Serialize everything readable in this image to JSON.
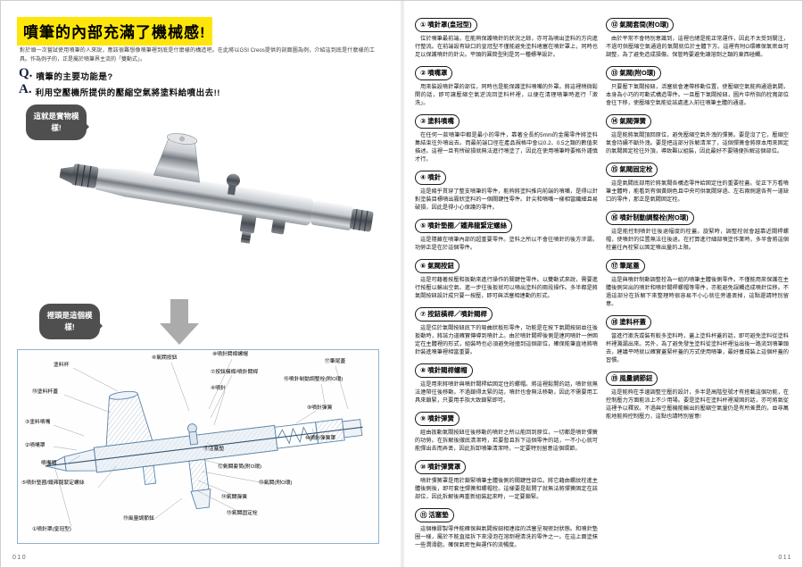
{
  "pages": {
    "left_number": "010",
    "right_number": "011"
  },
  "left": {
    "title": "噴筆的內部充滿了機械感!",
    "intro": "對於頭一次嘗試使用噴筆的人來說，應該很難想像噴筆裡到底是什麼樣的構造吧。在此將以GSI Creos提供的剖面圖為例，介紹這到底是什麼樣的工具。作為例子的，正是屬於噴筆界主流的「雙動式」。",
    "q_label": "Q.",
    "q_text": "噴筆的主要功能是?",
    "a_label": "A.",
    "a_text": "利用空壓機所提供的壓縮空氣將塗料給噴出去!!",
    "photo_bubble": "這就是實物模樣!",
    "diagram_bubble": "裡頭是這個模樣!",
    "diagram": {
      "labels": [
        "塗料杯",
        "⑱塗料杯蓋",
        "③塗料噴嘴",
        "②噴嘴罩",
        "噴嘴頭",
        "⑤噴針墊圈/鐵弗龍緊定螺絲",
        "①噴針罩(皇冠型)",
        "⑥氣閥按鈕",
        "⑧噴針閥桿螺帽",
        "⑦按鈕橫桿/噴針閥桿",
        "④噴針",
        "⑰筆尾蓋",
        "⑯噴針制動調整栓(附O環)",
        "⑨噴針彈簧",
        "⑩噴針彈簧罩",
        "⑪活塞墊",
        "⑫氣閥套筒(附O環)",
        "⑬氣閥(附O環)",
        "⑭氣閥彈簧",
        "⑮氣閥固定栓",
        "⑲風量調節鈕"
      ]
    }
  },
  "right": {
    "sections": [
      {
        "num": "①",
        "title": "噴針罩(皇冠型)",
        "body": "位於噴筆最前端，在能夠保護噴針的狀況之餘，亦可為噴出塗料的方向進行整流。在前端設有缺口的皇冠型不僅能避免塗料堵塞在噴針罩上，同時也足以保護噴針的針尖。平頭的圓筒型則是另一種標準設計。"
      },
      {
        "num": "②",
        "title": "噴嘴罩",
        "body": "用來裝設噴針罩的部位，同時也是能保護塗料噴嘴的外罩。將這裡稍微鬆開的話，即可讓壓縮空氣逆流回塗料杯裡，以便在清理噴筆時進行「漱洗」。"
      },
      {
        "num": "③",
        "title": "塗料噴嘴",
        "body": "在任何一款噴筆中都是最小的零件，靠著全長約5mm的金屬零件將塗料集結束往外噴出去。而最前端口徑在產品規格中會以0.2、0.5之類的數值來描述。這裡一旦有所破損就無法進行噴塗了，因此在使用噴筆時要格外謹慎才行。"
      },
      {
        "num": "④",
        "title": "噴針",
        "body": "這是幾乎貫穿了整支噴筆的零件，能夠將塗料推向前端的噴嘴，是得以針對塗裝目標噴出霧狀塗料的一個關鍵性零件。針尖和噴嘴一樣相當纖細且易破損，因此是得小心保護的零件。"
      },
      {
        "num": "⑤",
        "title": "噴針墊圈／鐵弗龍緊定螺絲",
        "body": "這是隱藏在噴筆內部的超重要零件。塗料之所以不會往噴針的後方滲漏，功勞正是在於這個零件。"
      },
      {
        "num": "⑥",
        "title": "氣閥按鈕",
        "body": "這是可藉著按壓和扳動來進行操作的關鍵性零件。以雙動式來說，需要進行按壓以輸出空氣、進一步往後扳就可以噴出塗料的兩段操作。多半都是將氣閥按鈕設計成只要一按壓，即可與活塞相連動的形式。"
      },
      {
        "num": "⑦",
        "title": "按鈕橫桿／噴針閥桿",
        "body": "這是位於氣閥按鈕底下的彎曲狀板形零件，功能是在按下氣閥按鈕並往後扳動時，將該力道確實傳導到噴針上。由於噴針閥桿後側是連同噴針一併固定在主體裡的形式，組裝時也必須避免碰撞到這個部位，確保能筆直地將噴針裝進噴筆裡相當重要。"
      },
      {
        "num": "⑧",
        "title": "噴針閥桿螺帽",
        "body": "這是用來將噴針與噴針閥桿給固定住的螺帽。將這裡鬆開的話，噴針就無法連帶往後移動。不過鎖得太緊的話，噴針也會無法移動，因此不需要用工具來鎖緊，只要用手指大致鎖緊即可。"
      },
      {
        "num": "⑨",
        "title": "噴針彈簧",
        "body": "經由扳動氣閥按鈕往後移動的噴針之所以能回到原位，一切都是噴針彈簧的功勞。在拆解後徹底清潔時，若要暫且拆下這個零件的話，一不小心就可能彈出去而弄丟，因此拆卸噴筆清潔時，一定要特別留意這個環節。"
      },
      {
        "num": "⑩",
        "title": "噴針彈簧罩",
        "body": "噴針彈簧罩是用於鎖緊噴筆主體後側的關鍵性部位。將它藉由螺紋栓進主體後側後，即可套住彈簧和螺帽栓。這樣要是鬆開了就無法將彈簧固定在該部位，因此拆解後再重新組裝起來時，一定要鎖緊。"
      },
      {
        "num": "⑪",
        "title": "活塞墊",
        "body": "這個橡膠製零件能確保與氣閥按鈕相連接的活塞呈現密封狀態。和噴針墊圈一樣，屬於不能直接拆下來浸泡在溶劑裡清洗的零件之一。在這上面塗抹一些潤滑脂，確保氣密性與運作的流暢度。"
      },
      {
        "num": "⑫",
        "title": "氣閥套筒(附O環)",
        "body": "由於平常不會特別意識到，這裡也總是能正常運作，因此不太受到關注，不過可供壓縮空氣通過的氣閥就位於主體下方。這裡有附O環確保氣密並可調整，為了避免造成損傷，保管時要避免讓溶劑之類的東西碰觸。"
      },
      {
        "num": "⑬",
        "title": "氣閥(附O環)",
        "body": "只要壓下氣閥按鈕，活塞就會連帶移動位置，使壓縮空氣能夠通過氣閥，本身為小巧的可動式構造零件。一旦壓下氣閥按鈕，圖片中所指的栓寬部位會往下移，使壓縮空氣能從該處進入前往噴筆主體的通道。"
      },
      {
        "num": "⑭",
        "title": "氣閥彈簧",
        "body": "這是能將氣閥頂回原位，避免壓縮空氣外洩的彈簧。要是沒了它，壓縮空氣會持續不斷外洩。要是把這部分拆解清潔了，這個彈簧會將原本用來固定的氣閥固定栓往外頂，導致難以組裝，因此最好不要隨便拆解這個部位。"
      },
      {
        "num": "⑮",
        "title": "氣閥固定栓",
        "body": "這是氣閥底部用於將氣閥各構造零件給固定住的重要栓蓋。從正下方看噴筆主體時，能看到有個黃銅色且中央可供氣閥穿過、左右兩側還各有一道缺口的零件，那正是氣閥固定栓。"
      },
      {
        "num": "⑯",
        "title": "噴針制動調整栓(附O環)",
        "body": "這是能控制噴針往後退幅度的栓蓋。旋緊時，調整栓就會越靠近閥桿螺帽，使噴針的位置無法往後退。在打算進行細部噴塗作業時，多半會將這個栓蓋往內栓緊以固定噴出量的上限。"
      },
      {
        "num": "⑰",
        "title": "筆尾蓋",
        "body": "這是與噴針制動調整栓為一組的噴筆主體後側零件。不僅能用來保護在主體後側突出的噴針和噴針閥桿螺帽等零件，亦能避免誤觸造成噴針位移。不過這部分在拆解下來整理時很容易不小心就往旁邊丟掉，這點還請特別留意。"
      },
      {
        "num": "⑱",
        "title": "塗料杯蓋",
        "body": "當進行漱洗或裝有較多塗料時，蓋上塗料杯蓋的話，即可避免塗料從塗料杯裡濺漏出來。另外，為了避免發生塗料從塗料杯裡溢出後一路流到噴筆頭去，建議平時就以確實蓋緊杯蓋的方式使用噴筆，最好養成裝上這個杯蓋的習慣。"
      },
      {
        "num": "⑲",
        "title": "風量調節鈕",
        "body": "這是能夠在手邊調整空壓的設計，多半是高階型號才有搭載這個功能，在控制壓力方面能派上不少用場。要是塗料在塗料杯裡凝固的話，亦可將氣從這裡予以釋放。不過與空壓機能輸出的壓縮空氣量仍是有所差異的，並非萬能地能夠控制壓力，這點也請特別留意!"
      }
    ]
  }
}
